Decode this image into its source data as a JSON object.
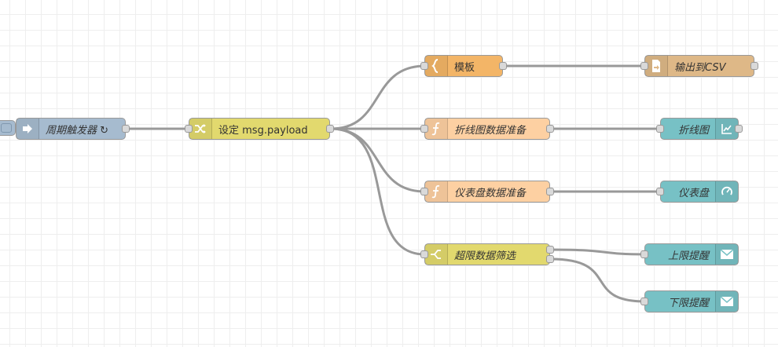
{
  "flow": {
    "nodes": [
      {
        "id": "inject",
        "label": "周期触发器 ↻",
        "type": "inject",
        "color": "#a6bbcf",
        "icon": "inject-arrow-icon"
      },
      {
        "id": "change",
        "label": "设定 msg.payload",
        "type": "change",
        "color": "#e2d96e",
        "icon": "shuffle-icon"
      },
      {
        "id": "template",
        "label": "模板",
        "type": "template",
        "color": "#f3b567",
        "icon": "brace-icon"
      },
      {
        "id": "fn_line",
        "label": "折线图数据准备",
        "type": "function",
        "color": "#fdd0a2",
        "icon": "function-icon"
      },
      {
        "id": "fn_gauge",
        "label": "仪表盘数据准备",
        "type": "function",
        "color": "#fdd0a2",
        "icon": "function-icon"
      },
      {
        "id": "switch",
        "label": "超限数据筛选",
        "type": "switch",
        "color": "#e2d96e",
        "icon": "switch-icon"
      },
      {
        "id": "csv",
        "label": "输出到CSV",
        "type": "file",
        "color": "#deb887",
        "icon": "file-icon"
      },
      {
        "id": "chart",
        "label": "折线图",
        "type": "ui_chart",
        "color": "#77c1c5",
        "icon": "chart-icon"
      },
      {
        "id": "gauge",
        "label": "仪表盘",
        "type": "ui_gauge",
        "color": "#77c1c5",
        "icon": "gauge-icon"
      },
      {
        "id": "email_up",
        "label": "上限提醒",
        "type": "email",
        "color": "#77c1c5",
        "icon": "envelope-icon"
      },
      {
        "id": "email_down",
        "label": "下限提醒",
        "type": "email",
        "color": "#77c1c5",
        "icon": "envelope-icon"
      }
    ],
    "wires": [
      [
        "inject",
        "change"
      ],
      [
        "change",
        "template"
      ],
      [
        "change",
        "fn_line"
      ],
      [
        "change",
        "fn_gauge"
      ],
      [
        "change",
        "switch"
      ],
      [
        "template",
        "csv"
      ],
      [
        "fn_line",
        "chart"
      ],
      [
        "fn_gauge",
        "gauge"
      ],
      [
        "switch",
        "email_up"
      ],
      [
        "switch",
        "email_down"
      ]
    ]
  }
}
